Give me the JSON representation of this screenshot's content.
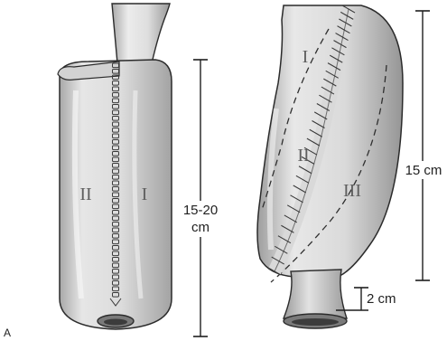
{
  "panels": [
    {
      "segment_labels": [
        "II",
        "I"
      ],
      "length_label_lines": [
        "15-20",
        "cm"
      ]
    },
    {
      "segment_labels": [
        "I",
        "II",
        "III"
      ],
      "length_label": "15 cm",
      "outlet_label": "2 cm"
    }
  ],
  "corner_letter": "A",
  "colors": {
    "tissue_light": "#ececec",
    "tissue_mid": "#c9c9c9",
    "tissue_dark": "#8e8e8e",
    "outline": "#2b2b2b",
    "suture": "#3a3a3a"
  }
}
